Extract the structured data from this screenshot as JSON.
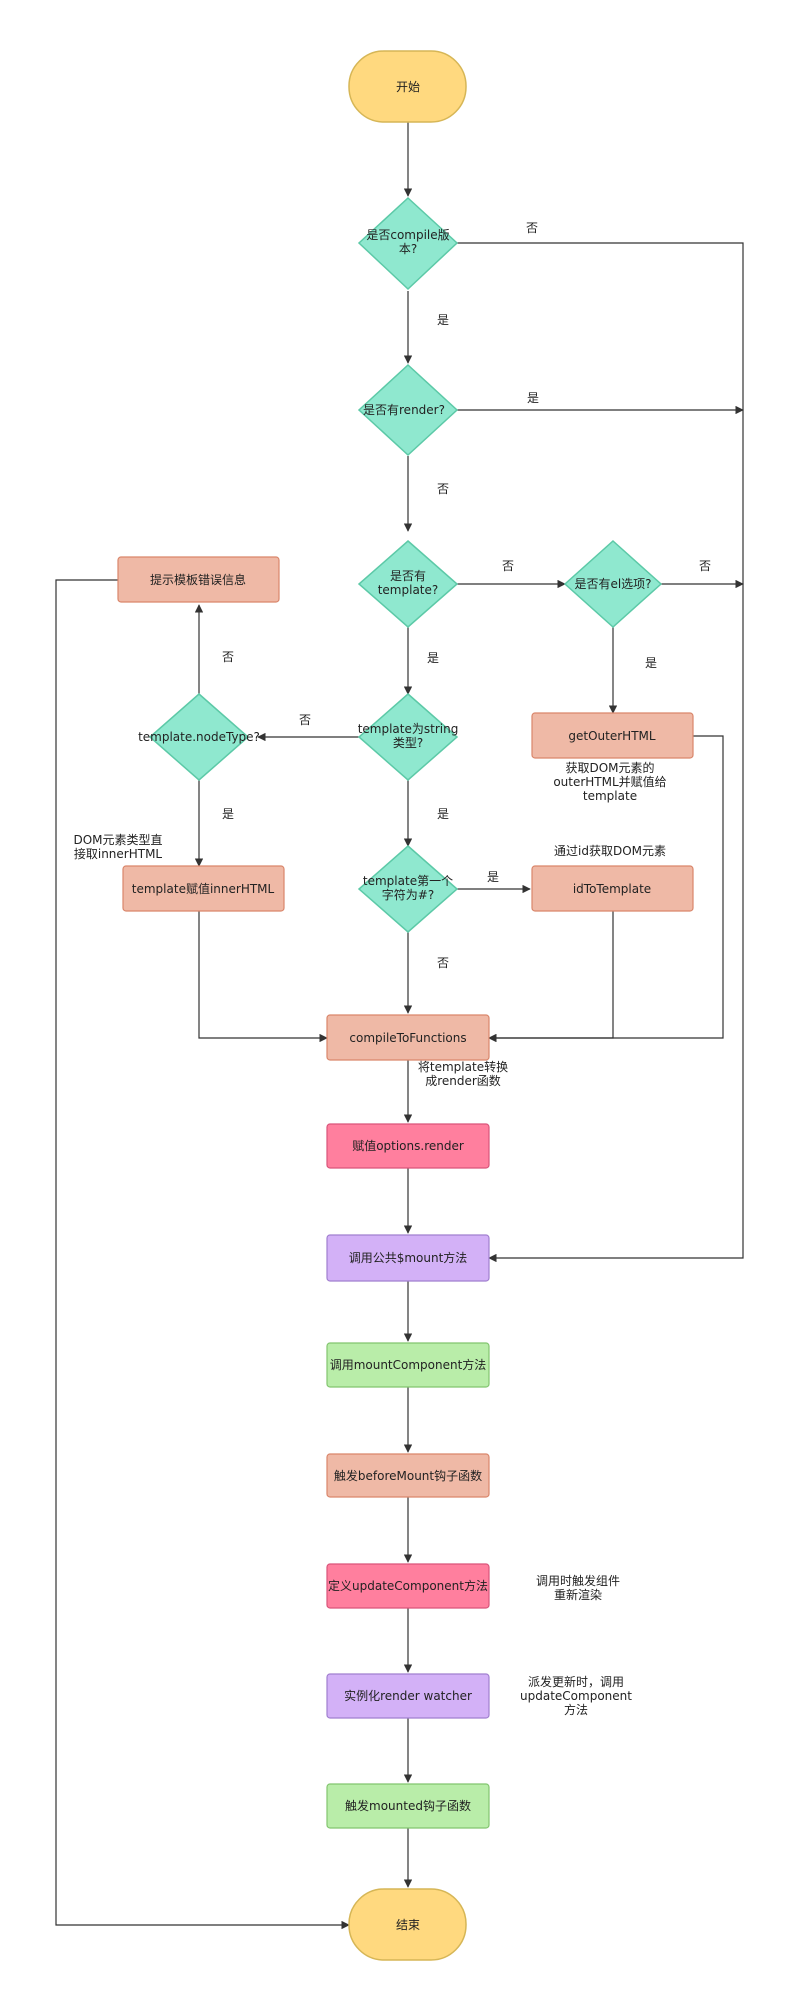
{
  "colors": {
    "terminal_fill": "#ffd97f",
    "terminal_stroke": "#d6b656",
    "decision_fill": "#8fe8cf",
    "decision_stroke": "#5cc9a7",
    "salmon_fill": "#efb9a6",
    "salmon_stroke": "#d9866b",
    "pink_fill": "#ff7f9e",
    "pink_stroke": "#d9547a",
    "purple_fill": "#d3b1f7",
    "purple_stroke": "#a07fcf",
    "green_fill": "#b9eda9",
    "green_stroke": "#82c56f",
    "line": "#333333"
  },
  "nodes": {
    "start": "开始",
    "is_compile": [
      "是否compile版",
      "本?"
    ],
    "has_render": "是否有render?",
    "has_template": [
      "是否有",
      "template?"
    ],
    "has_el": "是否有el选项?",
    "template_error": "提示模板错误信息",
    "is_string": [
      "template为string",
      "类型?"
    ],
    "node_type": "template.nodeType?",
    "get_outer_html": "getOuterHTML",
    "first_char_hash": [
      "template第一个",
      "字符为#?"
    ],
    "id_to_template": "idToTemplate",
    "assign_inner_html": "template赋值innerHTML",
    "compile_to_functions": "compileToFunctions",
    "assign_render": "赋值options.render",
    "call_mount": "调用公共$mount方法",
    "call_mount_component": "调用mountComponent方法",
    "before_mount": "触发beforeMount钩子函数",
    "define_update": "定义updateComponent方法",
    "render_watcher": "实例化render watcher",
    "mounted": "触发mounted钩子函数",
    "end": "结束"
  },
  "edge_labels": {
    "compile_no": "否",
    "compile_yes": "是",
    "render_yes": "是",
    "render_no": "否",
    "template_no": "否",
    "el_no": "否",
    "el_yes": "是",
    "template_yes": "是",
    "string_no": "否",
    "nodetype_no": "否",
    "nodetype_yes": "是",
    "string_yes": "是",
    "hash_yes": "是",
    "hash_no": "否"
  },
  "notes": {
    "outer_html_note": [
      "获取DOM元素的",
      "outerHTML并赋值给",
      "template"
    ],
    "id_note": "通过id获取DOM元素",
    "inner_html_note": [
      "DOM元素类型直",
      "接取innerHTML"
    ],
    "compile_note": [
      "将template转换",
      "成render函数"
    ],
    "update_note": [
      "调用时触发组件",
      "重新渲染"
    ],
    "watcher_note": [
      "派发更新时，调用",
      "updateComponent",
      "方法"
    ]
  }
}
